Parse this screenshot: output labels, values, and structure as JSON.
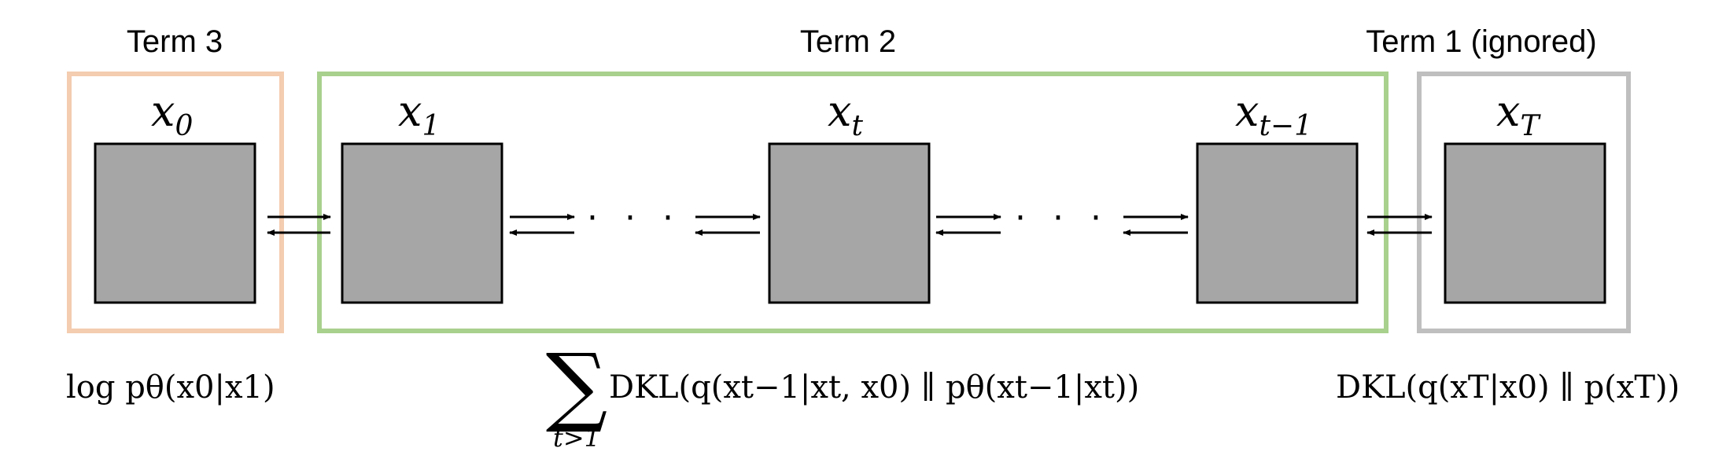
{
  "terms": {
    "term3": {
      "label": "Term 3",
      "color": "#f4ccb0"
    },
    "term2": {
      "label": "Term 2",
      "color": "#a9d18e"
    },
    "term1": {
      "label": "Term 1 (ignored)",
      "color": "#bfbfbf"
    }
  },
  "nodes": {
    "x0": {
      "base": "x",
      "sub": "0"
    },
    "x1": {
      "base": "x",
      "sub": "1"
    },
    "xt": {
      "base": "x",
      "sub": "t"
    },
    "xtm1": {
      "base": "x",
      "sub": "t−1"
    },
    "xT": {
      "base": "x",
      "sub": "T"
    }
  },
  "node_fill": "#a6a6a6",
  "ellipsis": "· · ·",
  "formulas": {
    "term3": "log pθ(x0|x1)",
    "term2_sum": "∑",
    "term2_sum_index": "t>1",
    "term2": "DKL(q(xt−1|xt, x0) ∥ pθ(xt−1|xt))",
    "term1": "DKL(q(xT|x0) ∥ p(xT))"
  }
}
